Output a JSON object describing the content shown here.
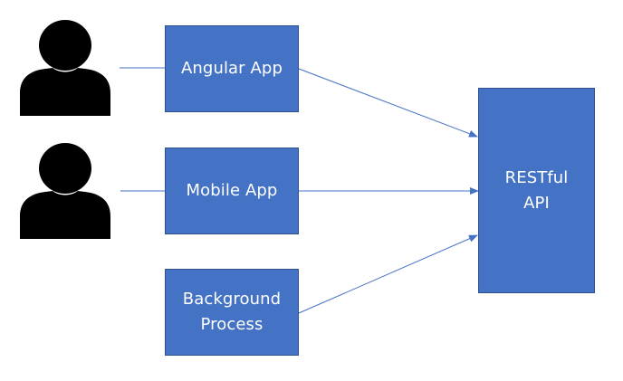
{
  "colors": {
    "box_fill": "#4472c4",
    "box_border": "#2f528f",
    "connector": "#4472c4",
    "user_icon": "#000000",
    "background": "#ffffff"
  },
  "users": [
    {
      "icon": "user-icon"
    },
    {
      "icon": "user-icon"
    }
  ],
  "boxes": {
    "angular_app": "Angular App",
    "mobile_app": "Mobile App",
    "background_process": "Background\nProcess",
    "restful_api": "RESTful\nAPI"
  }
}
